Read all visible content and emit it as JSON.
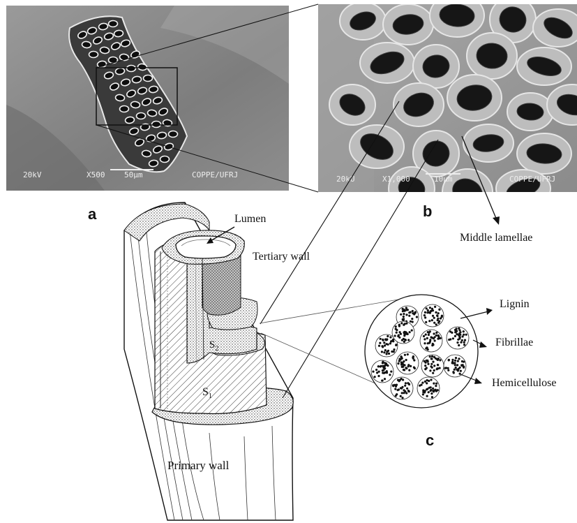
{
  "panels": {
    "a": {
      "letter": "a",
      "sem_info": {
        "voltage": "20kV",
        "magnification": "X500",
        "scale": "50μm",
        "lab": "COPPE/UFRJ"
      }
    },
    "b": {
      "letter": "b",
      "sem_info": {
        "voltage": "20kU",
        "magnification": "X1,000",
        "scale": "10μm",
        "lab": "COPPE/UFRJ"
      }
    },
    "c": {
      "letter": "c"
    }
  },
  "labels": {
    "lumen": "Lumen",
    "tertiary_wall": "Tertiary wall",
    "s2": "S",
    "s2_sub": "2",
    "s1": "S",
    "s1_sub": "1",
    "primary_wall": "Primary wall",
    "middle_lamellae": "Middle lamellae",
    "lignin": "Lignin",
    "fibrillae": "Fibrillae",
    "hemicellulose": "Hemicellulose"
  },
  "colors": {
    "sem_background": "#8a8a8a",
    "ink": "#111111",
    "paper": "#ffffff"
  }
}
